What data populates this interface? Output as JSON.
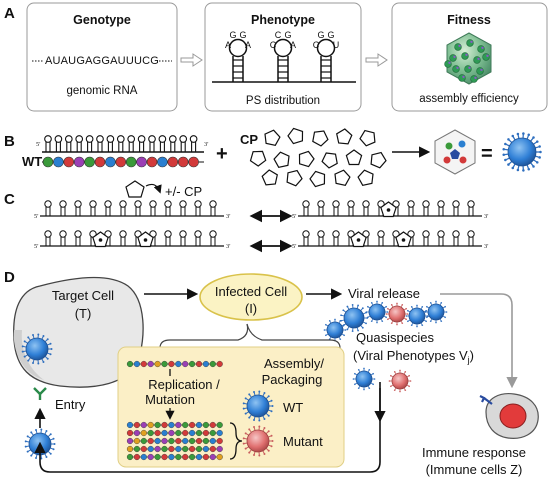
{
  "panels": {
    "a": "A",
    "b": "B",
    "c": "C",
    "d": "D"
  },
  "panel_a": {
    "genotype_title": "Genotype",
    "genotype_sequence": "AUAUGAGGAUUUCG",
    "genotype_caption": "genomic RNA",
    "phenotype_title": "Phenotype",
    "phenotype_caption": "PS distribution",
    "loop1": [
      "A",
      "G",
      "G",
      "A"
    ],
    "loop2": [
      "C",
      "C",
      "G",
      "A"
    ],
    "loop3": [
      "C",
      "G",
      "G",
      "U"
    ],
    "fitness_title": "Fitness",
    "fitness_caption": "assembly efficiency"
  },
  "panel_b": {
    "wt_label": "WT",
    "five_prime": "5'",
    "three_prime": "3'",
    "plus": "+",
    "cp_label": "CP",
    "equals": "=",
    "bead_colors": [
      "#3a9a3a",
      "#2a7fd0",
      "#d23a3a",
      "#9b3fb5",
      "#3a9a3a",
      "#d23a3a",
      "#2a7fd0",
      "#d23a3a",
      "#3a9a3a",
      "#9b3fb5",
      "#d23a3a",
      "#2a7fd0",
      "#d23a3a",
      "#d23a3a",
      "#d23a3a"
    ]
  },
  "panel_c": {
    "cp_toggle": "+/- CP",
    "five_prime": "5'",
    "three_prime": "3'"
  },
  "panel_d": {
    "target_cell": "Target Cell",
    "target_symbol": "(T)",
    "infected_cell": "Infected Cell",
    "infected_symbol": "(I)",
    "viral_release": "Viral release",
    "quasispecies": "Quasispecies",
    "viral_phenotypes": "(Viral Phenotypes V",
    "viral_phenotypes_sub": "j",
    "viral_phenotypes_close": ")",
    "entry": "Entry",
    "replication": "Replication /",
    "mutation": "Mutation",
    "assembly": "Assembly/",
    "packaging": "Packaging",
    "wt": "WT",
    "mutant": "Mutant",
    "immune_response": "Immune response",
    "immune_cells": "(Immune cells Z)"
  },
  "colors": {
    "virus_blue": "#2f7fd6",
    "virus_red": "#e07070",
    "infected_fill": "#fbf3c4",
    "infected_stroke": "#d9c24a",
    "inner_fill": "#fbefc6",
    "cell_fill": "#e6e6e6",
    "gray_arrow": "#a0a0a0"
  }
}
